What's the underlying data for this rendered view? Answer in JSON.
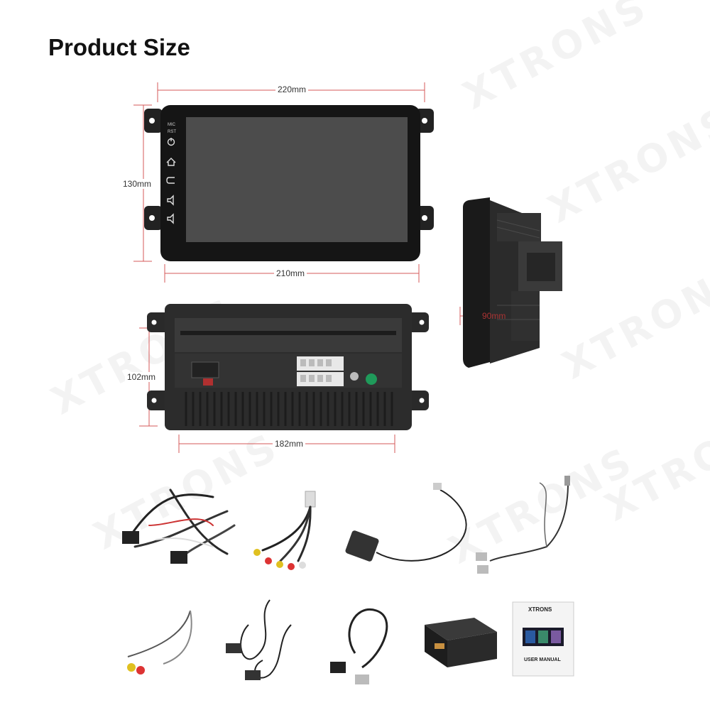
{
  "page": {
    "title": "Product Size"
  },
  "watermark": "XTRONS",
  "dimensions": {
    "front_width_top": "220mm",
    "front_height": "130mm",
    "front_width_bottom": "210mm",
    "back_height": "102mm",
    "back_width": "182mm",
    "depth": "90mm"
  },
  "screen_buttons": [
    "MIC",
    "RST"
  ],
  "accessories": {
    "manual_brand": "XTRONS",
    "manual_title": "USER MANUAL"
  }
}
